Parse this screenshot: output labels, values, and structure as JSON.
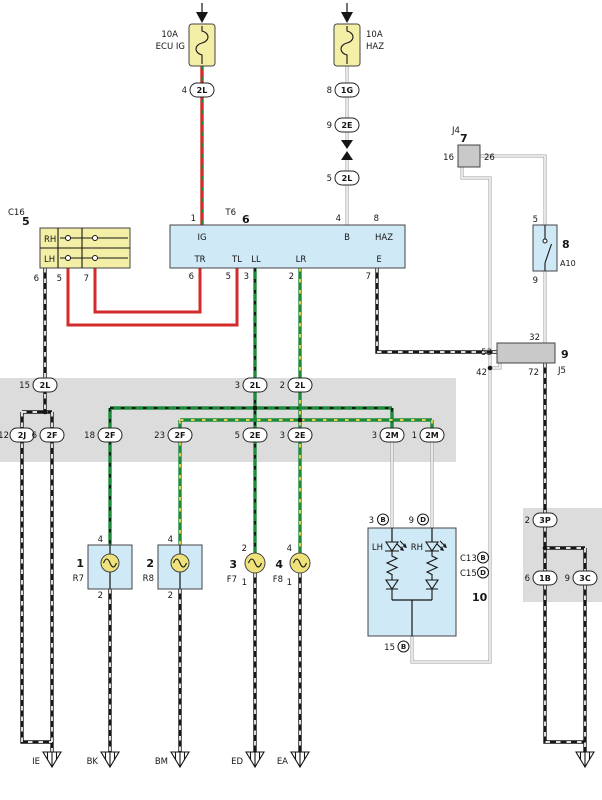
{
  "colors": {
    "wire-red": "#d42b2b",
    "wire-green": "#1e8a3c",
    "wire-yellow": "#e6d24a",
    "fuse-fill": "#f4efa6",
    "component-fill": "#cfe9f6",
    "connector-fill": "#f4efa6",
    "gray-fill": "#c9c9c9",
    "band-fill": "#dcdcdc",
    "bulb-fill": "#efe27a"
  },
  "fuses": {
    "left": {
      "rating": "10A",
      "name": "ECU IG"
    },
    "right": {
      "rating": "10A",
      "name": "HAZ"
    }
  },
  "connectors": {
    "c2l_top": {
      "pin": "4",
      "code": "2L"
    },
    "c1g": {
      "pin": "8",
      "code": "1G"
    },
    "c2e_top": {
      "pin": "9",
      "code": "2E"
    },
    "c2l_right": {
      "pin": "5",
      "code": "2L"
    },
    "c2l_left": {
      "pin": "15",
      "code": "2L"
    },
    "c2l_ll": {
      "pin": "3",
      "code": "2L"
    },
    "c2l_lr": {
      "pin": "2",
      "code": "2L"
    },
    "c2j": {
      "pin": "12",
      "code": "2J"
    },
    "c2f_a": {
      "pin": "6",
      "code": "2F"
    },
    "c2f_b": {
      "pin": "18",
      "code": "2F"
    },
    "c2f_c": {
      "pin": "23",
      "code": "2F"
    },
    "c2e_a": {
      "pin": "5",
      "code": "2E"
    },
    "c2e_b": {
      "pin": "3",
      "code": "2E"
    },
    "c2m_a": {
      "pin": "3",
      "code": "2M"
    },
    "c2m_b": {
      "pin": "1",
      "code": "2M"
    },
    "c3p": {
      "pin": "2",
      "code": "3P"
    },
    "c1b": {
      "pin": "6",
      "code": "1B"
    },
    "c3c": {
      "pin": "9",
      "code": "3C"
    }
  },
  "j4": {
    "label": "J4",
    "num": "7",
    "pin_left": "16",
    "pin_right": "26"
  },
  "c16": {
    "label": "C16",
    "num": "5",
    "row_top": "RH",
    "row_bottom": "LH",
    "pins": [
      "6",
      "5",
      "7"
    ]
  },
  "t6": {
    "label": "T6",
    "num": "6",
    "top_pins": [
      "1",
      "4",
      "8"
    ],
    "top_terminals": [
      "IG",
      "B",
      "HAZ"
    ],
    "bottom_terminals": [
      "TR",
      "TL",
      "LL",
      "LR",
      "E"
    ],
    "bottom_pins": [
      "6",
      "5",
      "3",
      "2",
      "7"
    ]
  },
  "sw8": {
    "num": "8",
    "code": "A10",
    "pin_top": "5",
    "pin_bottom": "9"
  },
  "j5": {
    "num": "9",
    "code": "J5",
    "pin_left": "53",
    "pin_top": "32",
    "pin_bottom_left": "42",
    "pin_bottom": "72"
  },
  "lamps": [
    {
      "num": "1",
      "code": "R7",
      "pin_top": "4",
      "pin_bottom": "2"
    },
    {
      "num": "2",
      "code": "R8",
      "pin_top": "4",
      "pin_bottom": "2"
    },
    {
      "num": "3",
      "code": "F7",
      "pin_top": "2",
      "pin_bottom": "1"
    },
    {
      "num": "4",
      "code": "F8",
      "pin_top": "4",
      "pin_bottom": "1"
    }
  ],
  "unit10": {
    "num": "10",
    "pin_lh": "3",
    "pin_lh_circ": "B",
    "pin_rh": "9",
    "pin_rh_circ": "D",
    "led_lh": "LH",
    "led_rh": "RH",
    "conn_a": "C13",
    "conn_a_circ": "B",
    "conn_b": "C15",
    "conn_b_circ": "D",
    "pin_bottom": "15",
    "pin_bottom_circ": "B"
  },
  "grounds": [
    "IE",
    "BK",
    "BM",
    "ED",
    "EA"
  ]
}
